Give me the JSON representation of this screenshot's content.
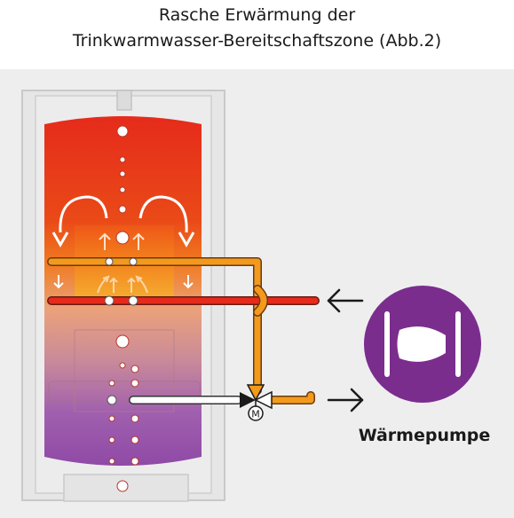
{
  "title": {
    "line1": "Rasche Erwärmung der",
    "line2": "Trinkwarmwasser-Bereitschaftszone (Abb.2)"
  },
  "heat_pump": {
    "label": "Wärmepumpe",
    "color": "#7b2d8e"
  },
  "valve": {
    "motor_label": "M"
  },
  "colors": {
    "background_panel": "#eeeeef",
    "hot_red": "#e52b1b",
    "orange": "#f39a1c",
    "cool_purple": "#8f4aa6",
    "pipe_orange": "#f39a1c",
    "pipe_red": "#e52b1b",
    "arrow": "#1a1a1a"
  }
}
